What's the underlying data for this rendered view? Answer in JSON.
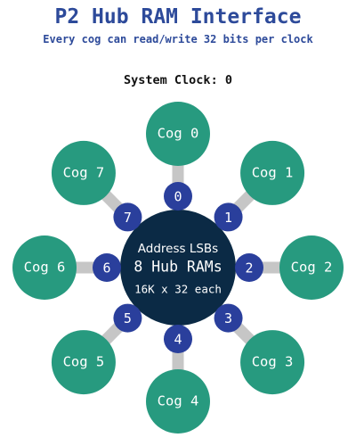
{
  "header": {
    "title": "P2 Hub RAM Interface",
    "subtitle": "Every cog can read/write 32 bits per clock"
  },
  "status": {
    "clock_text": "System Clock: 0"
  },
  "hub": {
    "lsb_label": "Address LSBs",
    "title": "8 Hub RAMs",
    "size": "16K x 32 each"
  },
  "cogs": [
    {
      "label": "Cog 0",
      "port": "0"
    },
    {
      "label": "Cog 1",
      "port": "1"
    },
    {
      "label": "Cog 2",
      "port": "2"
    },
    {
      "label": "Cog 3",
      "port": "3"
    },
    {
      "label": "Cog 4",
      "port": "4"
    },
    {
      "label": "Cog 5",
      "port": "5"
    },
    {
      "label": "Cog 6",
      "port": "6"
    },
    {
      "label": "Cog 7",
      "port": "7"
    }
  ],
  "colors": {
    "cog_fill": "#279a7f",
    "port_fill": "#2a3f9c",
    "hub_fill": "#0b2a45",
    "connector": "#c6c6c6",
    "title_text": "#2d4a9a"
  }
}
